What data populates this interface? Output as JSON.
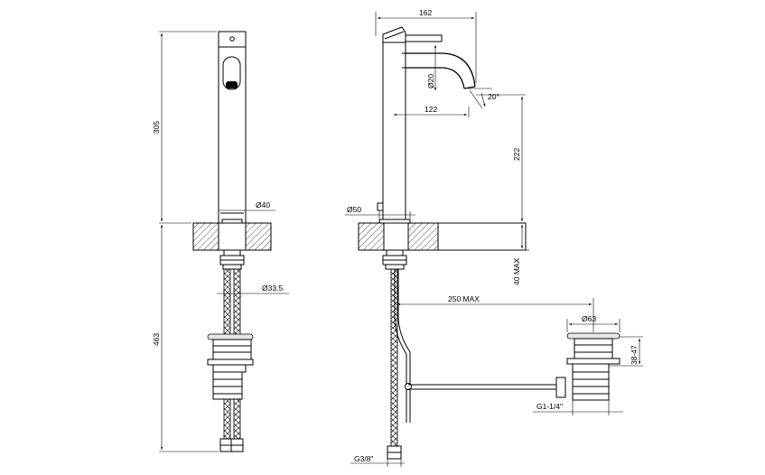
{
  "front_view": {
    "height_spout": "305",
    "height_total": "463",
    "dia_body": "Ø40",
    "dia_hose": "Ø33.5"
  },
  "side_view": {
    "width": "162",
    "dia_spout": "Ø20",
    "reach": "122",
    "angle": "20°",
    "spout_height": "222",
    "dia_base": "Ø50",
    "max_thickness": "40 MAX",
    "max_distance": "250 MAX",
    "dia_waste": "Ø63",
    "waste_range": "38-47",
    "waste_thread": "G1-1/4\"",
    "hose_thread": "G3/8\""
  }
}
